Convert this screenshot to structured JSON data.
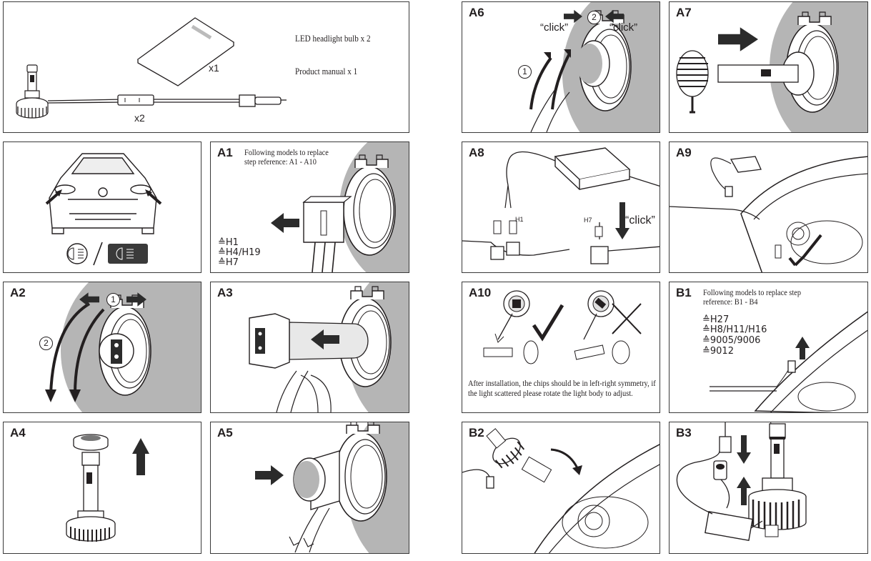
{
  "contents": {
    "bulb_label": "LED headlight bulb x 2",
    "manual_label": "Product manual x 1",
    "manual_qty": "x1",
    "kit_qty": "x2"
  },
  "steps": {
    "a1": {
      "label": "A1",
      "note": [
        "Following models to replace",
        "step reference: A1 - A10"
      ],
      "models": [
        "≙H1",
        "≙H4/H19",
        "≙H7"
      ]
    },
    "a2": {
      "label": "A2",
      "step1": "1",
      "step2": "2"
    },
    "a3": {
      "label": "A3"
    },
    "a4": {
      "label": "A4"
    },
    "a5": {
      "label": "A5"
    },
    "a6": {
      "label": "A6",
      "step1": "1",
      "step2": "2",
      "click_left": "“click”",
      "click_right": "“click”"
    },
    "a7": {
      "label": "A7"
    },
    "a8": {
      "label": "A8",
      "h1": "H1",
      "h7": "H7",
      "click": "“click”"
    },
    "a9": {
      "label": "A9"
    },
    "a10": {
      "label": "A10",
      "text": "After installation, the chips should be in left-right symmetry, if the light scattered please rotate the light body to adjust."
    },
    "b1": {
      "label": "B1",
      "note": [
        "Following models to replace step",
        "reference: B1 - B4"
      ],
      "models": [
        "≙H27",
        "≙H8/H11/H16",
        "≙9005/9006",
        "≙9012"
      ]
    },
    "b2": {
      "label": "B2"
    },
    "b3": {
      "label": "B3"
    }
  },
  "colors": {
    "ink": "#231f20",
    "housing_gray": "#b5b5b5",
    "arrow_dark": "#2b2b2b"
  }
}
